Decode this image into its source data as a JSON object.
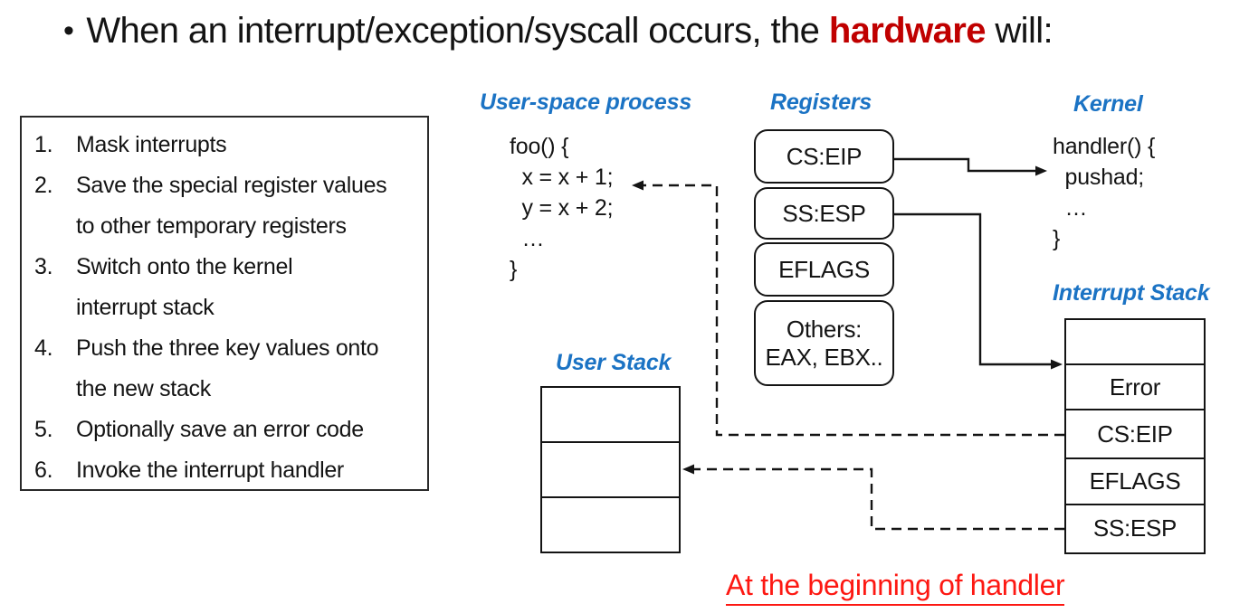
{
  "title": {
    "bullet": "•",
    "prefix": "When an interrupt/exception/syscall occurs, the ",
    "highlight": "hardware",
    "suffix": " will:"
  },
  "colors": {
    "label_blue": "#1B73C4",
    "hardware_red": "#C00000",
    "footer_red": "#FD1812",
    "ink": "#141414"
  },
  "hardware_steps": {
    "lines": [
      {
        "num": "1.",
        "text": "Mask interrupts"
      },
      {
        "num": "2.",
        "text": "Save the special register values"
      },
      {
        "num": "",
        "text": "to other temporary registers"
      },
      {
        "num": "3.",
        "text": "Switch onto the kernel"
      },
      {
        "num": "",
        "text": "interrupt stack"
      },
      {
        "num": "4.",
        "text": "Push the three key values onto"
      },
      {
        "num": "",
        "text": "the new stack"
      },
      {
        "num": "5.",
        "text": "Optionally save an error code"
      },
      {
        "num": "6.",
        "text": "Invoke the interrupt handler"
      }
    ]
  },
  "user_space": {
    "label": "User-space process",
    "code": [
      "foo() {",
      "  x = x + 1;",
      "  y = x + 2;",
      "  …",
      "}"
    ]
  },
  "registers": {
    "label": "Registers",
    "boxes": [
      {
        "lines": [
          "CS:EIP"
        ]
      },
      {
        "lines": [
          "SS:ESP"
        ]
      },
      {
        "lines": [
          "EFLAGS"
        ]
      },
      {
        "lines": [
          "Others:",
          "EAX, EBX.."
        ]
      }
    ]
  },
  "kernel": {
    "label": "Kernel",
    "code": [
      "handler() {",
      "  pushad;",
      "  …",
      "}"
    ]
  },
  "user_stack": {
    "label": "User Stack",
    "rows": [
      "",
      "",
      ""
    ]
  },
  "interrupt_stack": {
    "label": "Interrupt Stack",
    "rows": [
      "",
      "Error",
      "CS:EIP",
      "EFLAGS",
      "SS:ESP"
    ]
  },
  "footer": {
    "text": "At the beginning of handler"
  }
}
